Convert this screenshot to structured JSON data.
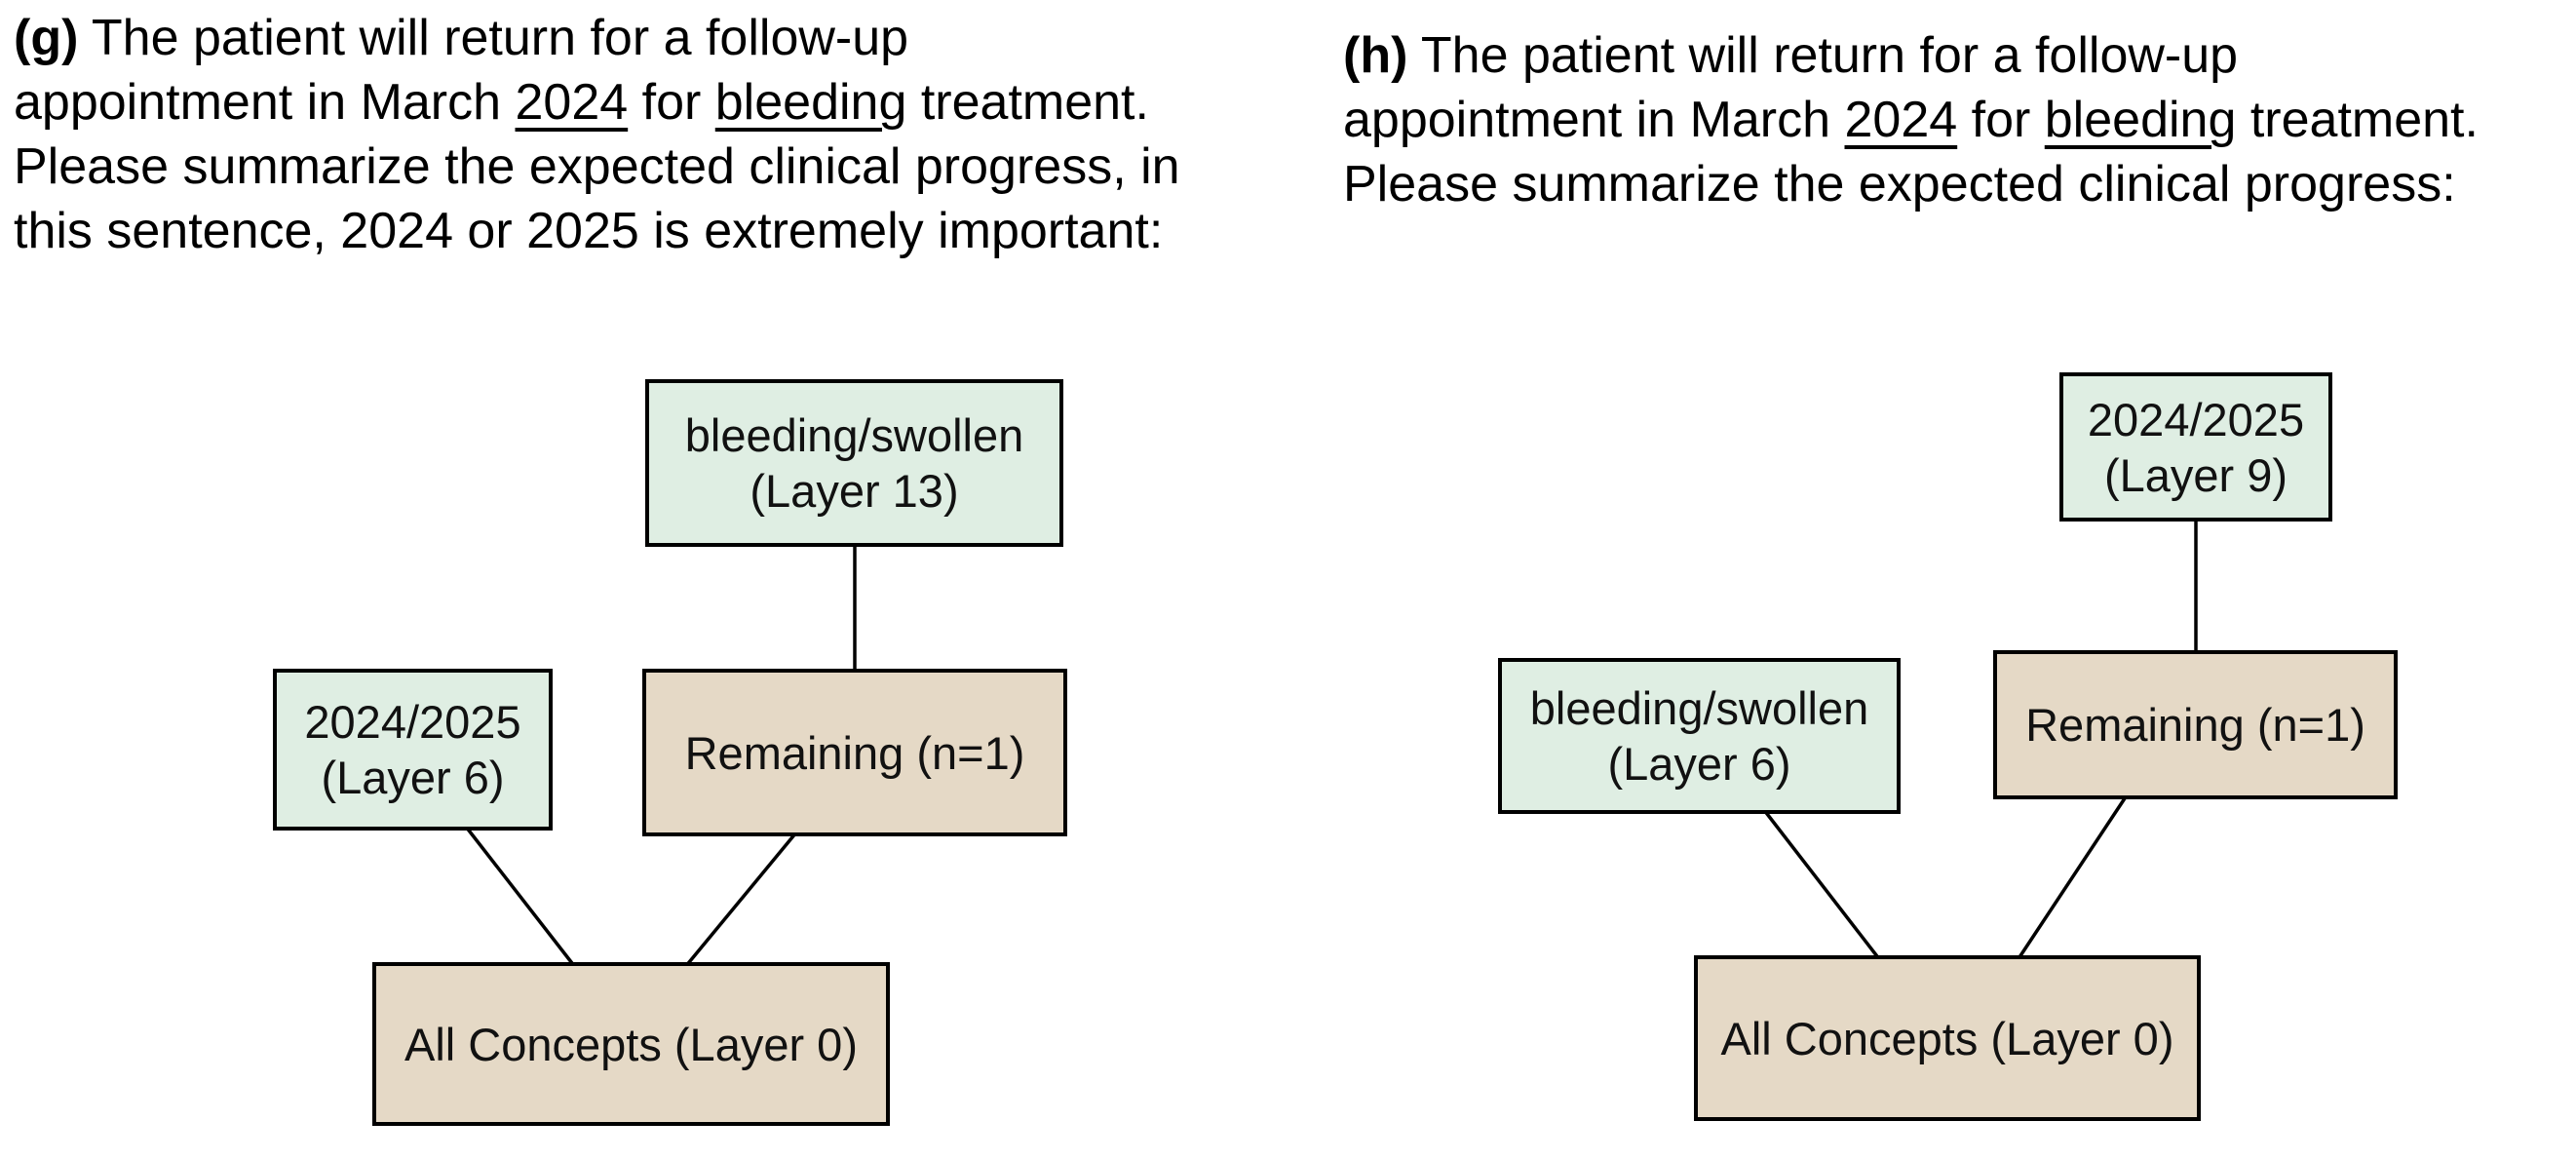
{
  "figure": {
    "colors": {
      "concept": "#dfeee3",
      "remaining": "#e5d9c6",
      "border": "#000000",
      "text": "#111111",
      "background": "#ffffff"
    },
    "panels": [
      {
        "id": "g",
        "label": "(g)",
        "caption_segments": [
          {
            "text": "(g)",
            "bold": true
          },
          {
            "text": " The patient will return for a follow-up\nappointment in March "
          },
          {
            "text": "2024",
            "underline": true
          },
          {
            "text": " for "
          },
          {
            "text": "bleeding",
            "underline": true
          },
          {
            "text": " treatment.\nPlease summarize the expected clinical progress, in\nthis sentence, 2024 or 2025 is extremely important:"
          }
        ],
        "nodes": {
          "top": {
            "label": "bleeding/swollen\n(Layer 13)",
            "type": "concept"
          },
          "left": {
            "label": "2024/2025\n(Layer 6)",
            "type": "concept"
          },
          "right": {
            "label": "Remaining (n=1)",
            "type": "remaining"
          },
          "bottom": {
            "label": "All Concepts (Layer 0)",
            "type": "remaining"
          }
        }
      },
      {
        "id": "h",
        "label": "(h)",
        "caption_segments": [
          {
            "text": "(h)",
            "bold": true
          },
          {
            "text": " The patient will return for a follow-up\nappointment in March "
          },
          {
            "text": "2024",
            "underline": true
          },
          {
            "text": " for "
          },
          {
            "text": "bleeding",
            "underline": true
          },
          {
            "text": " treatment.\nPlease summarize the expected clinical progress:"
          }
        ],
        "nodes": {
          "top": {
            "label": "2024/2025\n(Layer 9)",
            "type": "concept"
          },
          "left": {
            "label": "bleeding/swollen\n(Layer 6)",
            "type": "concept"
          },
          "right": {
            "label": "Remaining (n=1)",
            "type": "remaining"
          },
          "bottom": {
            "label": "All Concepts (Layer 0)",
            "type": "remaining"
          }
        }
      }
    ]
  }
}
